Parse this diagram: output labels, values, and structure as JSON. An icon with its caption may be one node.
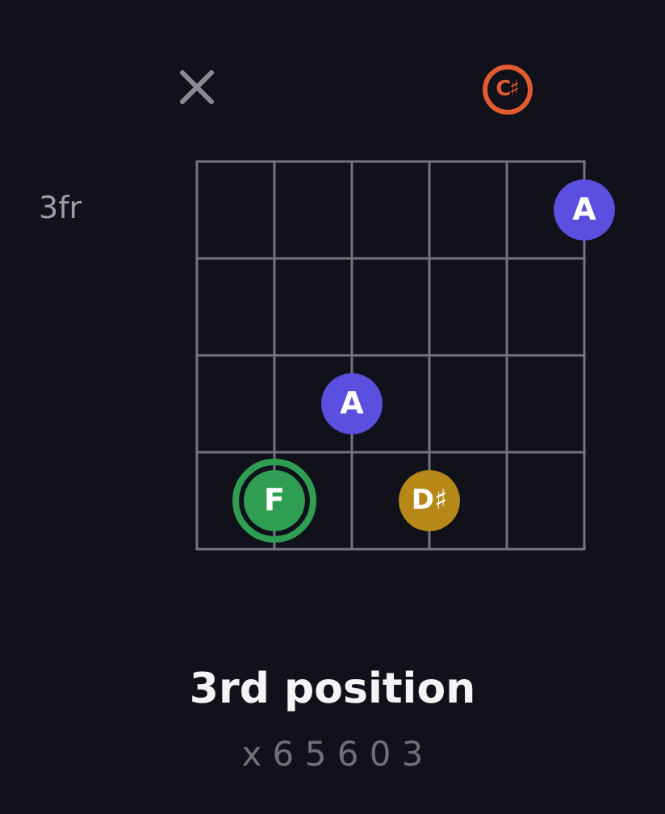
{
  "diagram": {
    "title": "3rd position",
    "nodes": [
      {
        "text": [
          "C♯"
        ]
      },
      {
        "text": [
          "A"
        ]
      },
      {
        "text": [
          "A"
        ]
      },
      {
        "text": [
          "F"
        ]
      },
      {
        "text": [
          "D♯"
        ]
      }
    ],
    "labels": [
      "3fr",
      "x 6 5 6 0 3"
    ]
  }
}
